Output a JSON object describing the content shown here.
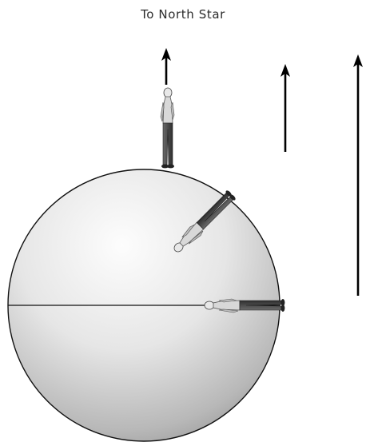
{
  "diagram": {
    "caption": "To North Star",
    "figures": [
      {
        "id": "top",
        "label": "observer-at-north-pole"
      },
      {
        "id": "mid",
        "label": "observer-at-mid-latitude"
      },
      {
        "id": "equator",
        "label": "observer-at-equator"
      }
    ],
    "colors": {
      "sphere_light": "#fafafa",
      "sphere_mid": "#dcdcdc",
      "sphere_dark": "#8a8a8a",
      "outline": "#111111",
      "arrow": "#000000"
    },
    "icons": {
      "arrow": "up-arrow-icon",
      "person": "standing-person-icon"
    }
  }
}
